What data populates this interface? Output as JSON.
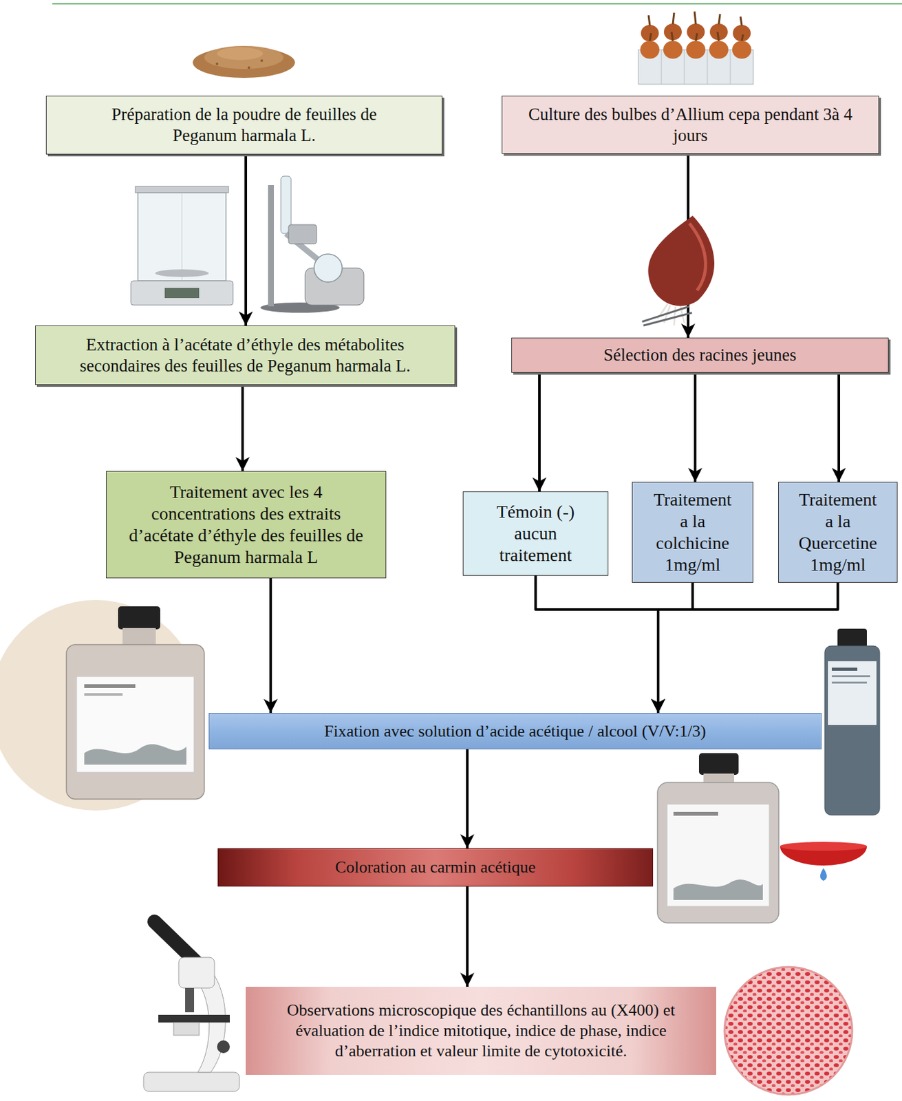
{
  "diagram": {
    "nodes": [
      {
        "text": [
          "Préparation de la poudre de feuilles de Peganum harmala L."
        ]
      },
      {
        "text": [
          "Culture des bulbes d’Allium cepa pendant 3à 4 jours"
        ]
      },
      {
        "text": [
          "Extraction à l’acétate d’éthyle des métabolites secondaires des feuilles de Peganum harmala L."
        ]
      },
      {
        "text": [
          "Sélection des racines jeunes"
        ]
      },
      {
        "text": [
          "Traitement avec les 4 concentrations des extraits d’acétate d’éthyle des feuilles de Peganum harmala L"
        ]
      },
      {
        "text": [
          "Témoin (-) aucun traitement"
        ]
      },
      {
        "text": [
          "Traitement a la colchicine 1mg/ml"
        ]
      },
      {
        "text": [
          "Traitement a la Quercetine 1mg/ml"
        ]
      },
      {
        "text": [
          "Fixation avec solution d’acide acétique / alcool (V/V:1/3)"
        ]
      },
      {
        "text": [
          "Coloration au carmin acétique"
        ]
      },
      {
        "text": [
          "Observations microscopique des échantillons au (X400) et évaluation de l’indice mitotique, indice de phase, indice d’aberration et valeur limite de cytotoxicité."
        ]
      }
    ],
    "edges": [
      {
        "from": 0,
        "to": 2,
        "arrow": "to"
      },
      {
        "from": 1,
        "to": 3,
        "arrow": "to"
      },
      {
        "from": 2,
        "to": 4,
        "arrow": "to"
      },
      {
        "from": 3,
        "to": 5,
        "arrow": "to"
      },
      {
        "from": 3,
        "to": 6,
        "arrow": "to"
      },
      {
        "from": 3,
        "to": 7,
        "arrow": "to"
      },
      {
        "from": 4,
        "to": 8,
        "arrow": "to"
      },
      {
        "from": 5,
        "to": 8,
        "arrow": "to"
      },
      {
        "from": 6,
        "to": 8,
        "arrow": "to"
      },
      {
        "from": 7,
        "to": 8,
        "arrow": "to"
      },
      {
        "from": 8,
        "to": 9,
        "arrow": "to"
      },
      {
        "from": 9,
        "to": 10,
        "arrow": "to"
      }
    ]
  }
}
